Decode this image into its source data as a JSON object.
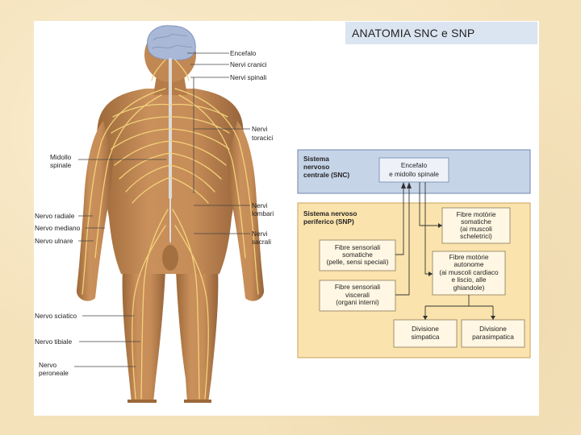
{
  "title": "ANATOMIA SNC e SNP",
  "colors": {
    "background": "#f4e2bb",
    "skin": "#c48a55",
    "nerve": "#f3d27a",
    "spinal_cord": "#dcdcdc",
    "brain": "#a9b8d6",
    "snc_panel": "#c6d4e8",
    "snp_panel": "#fbe3ad",
    "title_bg": "#dbe5f1"
  },
  "body_labels": {
    "encefalo": "Encefalo",
    "nervi_cranici": "Nervi cranici",
    "nervi_spinali": "Nervi spinali",
    "nervi_toracici_1": "Nervi",
    "nervi_toracici_2": "toracici",
    "midollo_1": "Midollo",
    "midollo_2": "spinale",
    "nervi_lombari_1": "Nervi",
    "nervi_lombari_2": "lombari",
    "nervo_radiale": "Nervo radiale",
    "nervo_mediano": "Nervo mediano",
    "nervo_ulnare": "Nervo ulnare",
    "nervi_sacrali_1": "Nervi",
    "nervi_sacrali_2": "sacrali",
    "nervo_sciatico": "Nervo sciatico",
    "nervo_tibiale": "Nervo tibiale",
    "nervo_peroneale_1": "Nervo",
    "nervo_peroneale_2": "peroneale"
  },
  "diagram": {
    "snc": {
      "title_1": "Sistema",
      "title_2": "nervoso",
      "title_3": "centrale (SNC)",
      "box_1": "Encefalo",
      "box_2": "e midollo spinale"
    },
    "snp": {
      "title_1": "Sistema nervoso",
      "title_2": "periferico (SNP)",
      "motor_somatic": [
        "Fibre motòrie",
        "somatiche",
        "(ai muscoli",
        "scheletrici)"
      ],
      "sensory_somatic": [
        "Fibre sensoriali",
        "somatiche",
        "(pelle, sensi speciali)"
      ],
      "motor_autonomic": [
        "Fibre motòrie",
        "autonome",
        "(ai muscoli cardiaco",
        "e liscio, alle",
        "ghiandole)"
      ],
      "sensory_visceral": [
        "Fibre sensoriali",
        "viscerali",
        "(organi interni)"
      ],
      "sympathetic": [
        "Divisione",
        "simpatica"
      ],
      "parasympathetic": [
        "Divisione",
        "parasimpatica"
      ]
    }
  }
}
